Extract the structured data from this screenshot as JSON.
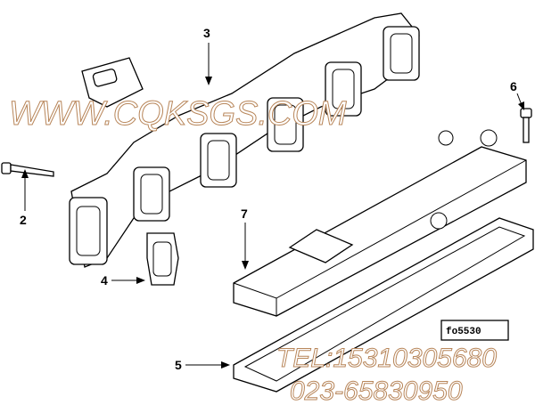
{
  "callouts": [
    "2",
    "3",
    "4",
    "5",
    "6",
    "7"
  ],
  "watermark": {
    "site": "WWW.CQKSGS.COM",
    "tel": "TEL:15310305680",
    "phone": "023-65830950",
    "color": "#b8865a"
  },
  "figure_ref": "fo5530"
}
